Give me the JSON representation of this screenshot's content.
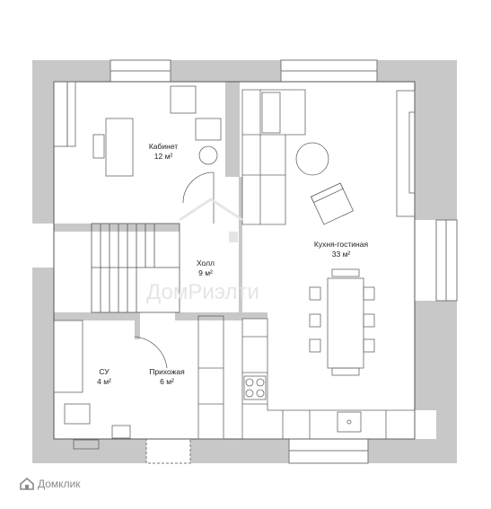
{
  "rooms": {
    "office": {
      "name": "Кабинет",
      "area": "12 м²"
    },
    "living": {
      "name": "Кухня-гостиная",
      "area": "33 м²"
    },
    "hall": {
      "name": "Холл",
      "area": "9 м²"
    },
    "bath": {
      "name": "СУ",
      "area": "4 м²"
    },
    "entry": {
      "name": "Прихожая",
      "area": "6 м²"
    }
  },
  "watermark": {
    "text": "ДомРиэлти"
  },
  "brand": {
    "text": "Домклик"
  },
  "colors": {
    "wall": "#c8c8c8",
    "line": "#555555",
    "watermark": "#e3e3e3"
  }
}
